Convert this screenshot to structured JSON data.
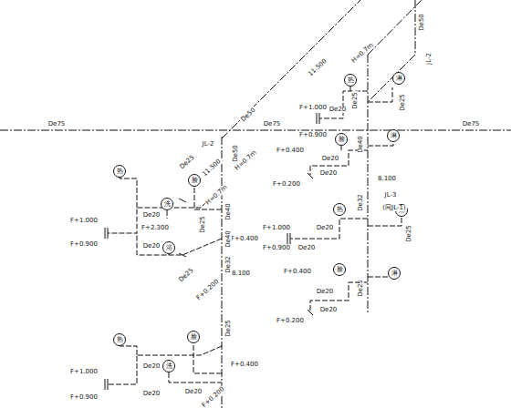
{
  "diagram": {
    "nodes": [
      {
        "text": [
          "热"
        ]
      },
      {
        "text": [
          "淋"
        ]
      },
      {
        "text": [
          "脸"
        ]
      },
      {
        "text": [
          "淋"
        ]
      },
      {
        "text": [
          "热"
        ]
      },
      {
        "text": [
          "淋"
        ]
      },
      {
        "text": [
          "脸"
        ]
      },
      {
        "text": [
          "淋"
        ]
      },
      {
        "text": [
          "热"
        ]
      },
      {
        "text": [
          "脸"
        ]
      },
      {
        "text": [
          "洗"
        ]
      },
      {
        "text": [
          "浴"
        ]
      },
      {
        "text": [
          "热"
        ]
      },
      {
        "text": [
          "脸"
        ]
      },
      {
        "text": [
          "洗"
        ]
      }
    ],
    "labels": [
      "De50",
      "JL-2",
      "11.500",
      "H=0.7m",
      "De25",
      "De25",
      "De20",
      "F+1.000",
      "F+0.900",
      "De75",
      "De50",
      "De75",
      "De75",
      "JL-2",
      "De50",
      "11.500",
      "H=0.7m",
      "De20",
      "F+0.400",
      "De40",
      "F+0.200",
      "De20",
      "8.100",
      "JL-3",
      "(同JL-1)",
      "De32",
      "De25",
      "H=0.7m",
      "De40",
      "De25",
      "F+1.000",
      "F+0.900",
      "De20",
      "F+2.300",
      "De20",
      "F+0.400",
      "De40",
      "De32",
      "8.100",
      "F+0.200",
      "De25",
      "F+1.000",
      "F+0.900",
      "De20",
      "De20",
      "De25",
      "F+0.400",
      "F+0.200",
      "De20",
      "De20",
      "De25",
      "F+1.000",
      "F+0.900",
      "De20",
      "De20",
      "F+0.400",
      "De25",
      "De20",
      "F+0.200"
    ]
  }
}
